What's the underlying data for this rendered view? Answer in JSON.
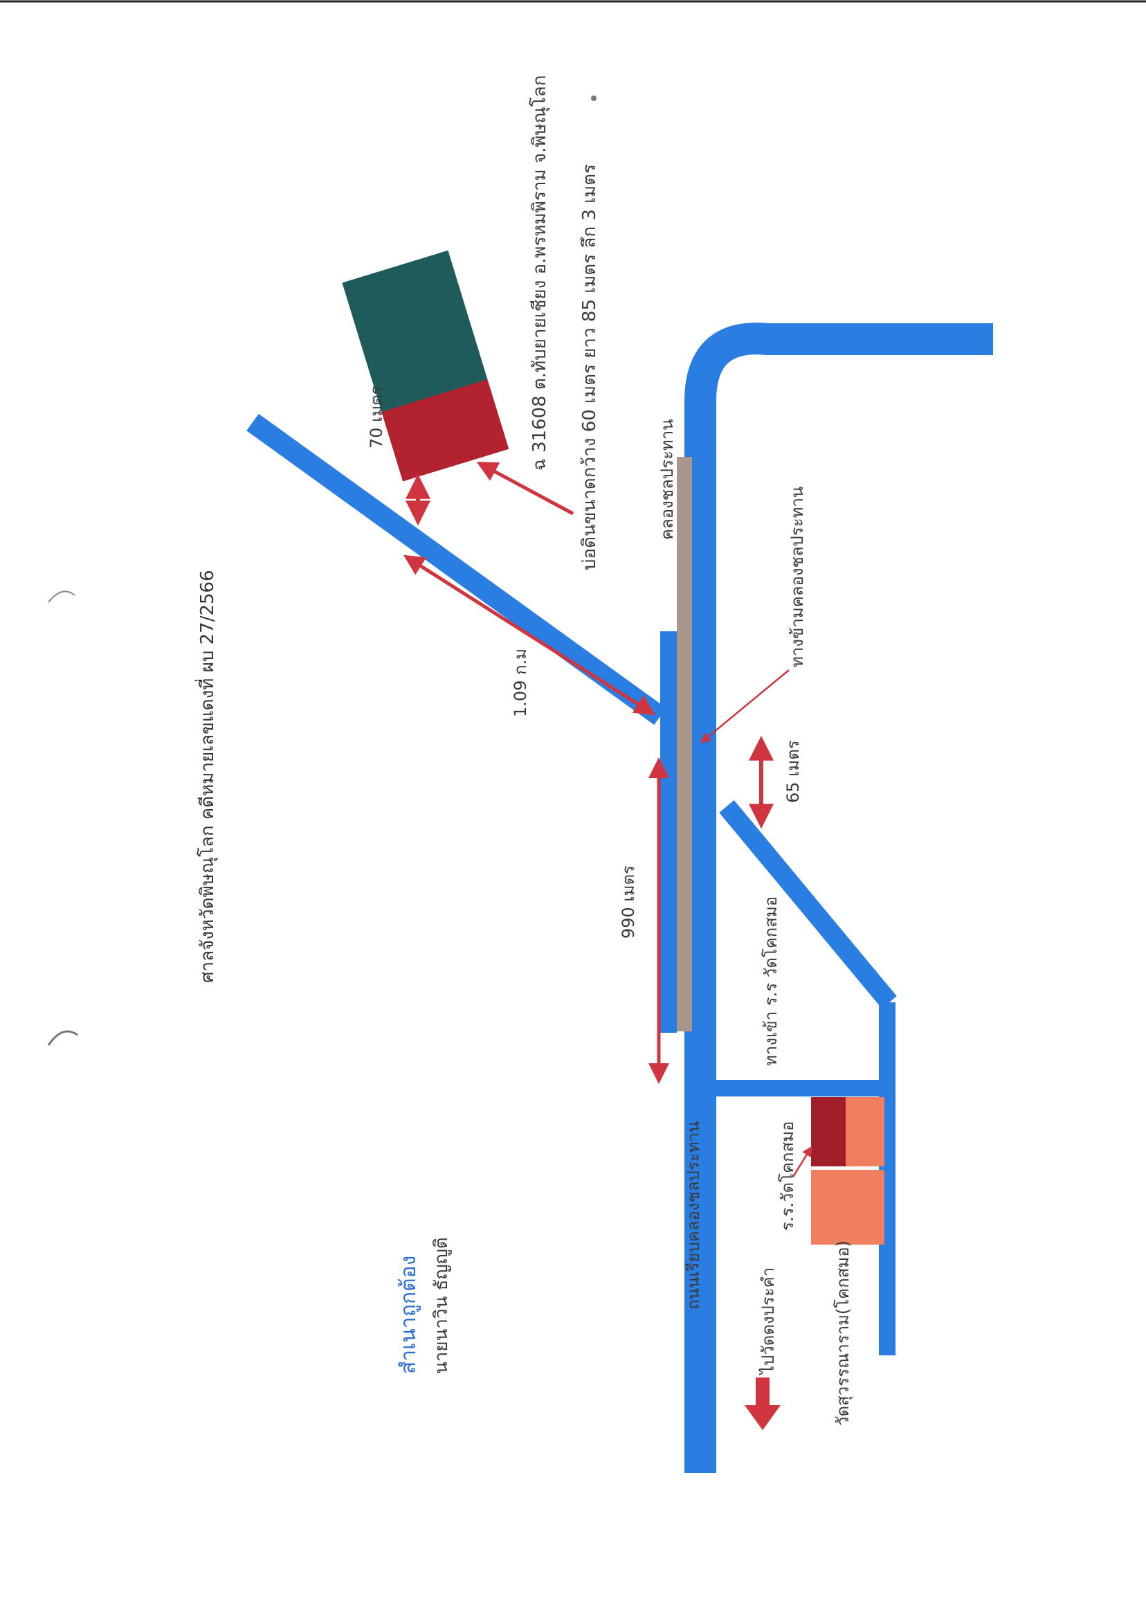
{
  "header": {
    "court_case": "ศาลจังหวัดพิษณุโลก คดีหมายเลขแดงที่ ผบ 27/2566"
  },
  "certification": {
    "title": "สำเนาถูกต้อง",
    "name": "นายนาวิน ธัญญูติ"
  },
  "parcel": {
    "deed_info": "ฉ 31608 ต.ทับยายเชียง อ.พรหมพิราม จ.พิษณุโลก",
    "pond_size": "บ่อดินขนาดกว้าง 60 เมตร ยาว 85 เมตร ลึก 3 เมตร"
  },
  "distances": {
    "to_parcel": "70 เมตร",
    "diagonal_road": "1.09 ก.ม",
    "along_road": "990 เมตร",
    "to_school_road": "65 เมตร"
  },
  "places": {
    "canal": "คลองชลประทาน",
    "canal_crossing": "ทางข้ามคลองชลประทาน",
    "road_along_canal": "ถนนเรียบคลองชลประทาน",
    "school_entrance": "ทางเข้า ร.ร วัดโคกสมอ",
    "school": "ร.ร.วัดโคกสมอ",
    "temple": "วัดสุวรรณาราม(โคกสมอ)",
    "to_wat_dong": "ไปวัดดงประคำ"
  },
  "colors": {
    "road": "#2a7de1",
    "canal": "#a8958c",
    "arrow": "#d0343f",
    "parcel_dark": "#1f5b5b",
    "parcel_pond": "#b3222f",
    "school": "#a01e2a",
    "temple_light": "#ef7f5f"
  },
  "icons": {
    "direction_arrow": "arrow-down-icon"
  }
}
